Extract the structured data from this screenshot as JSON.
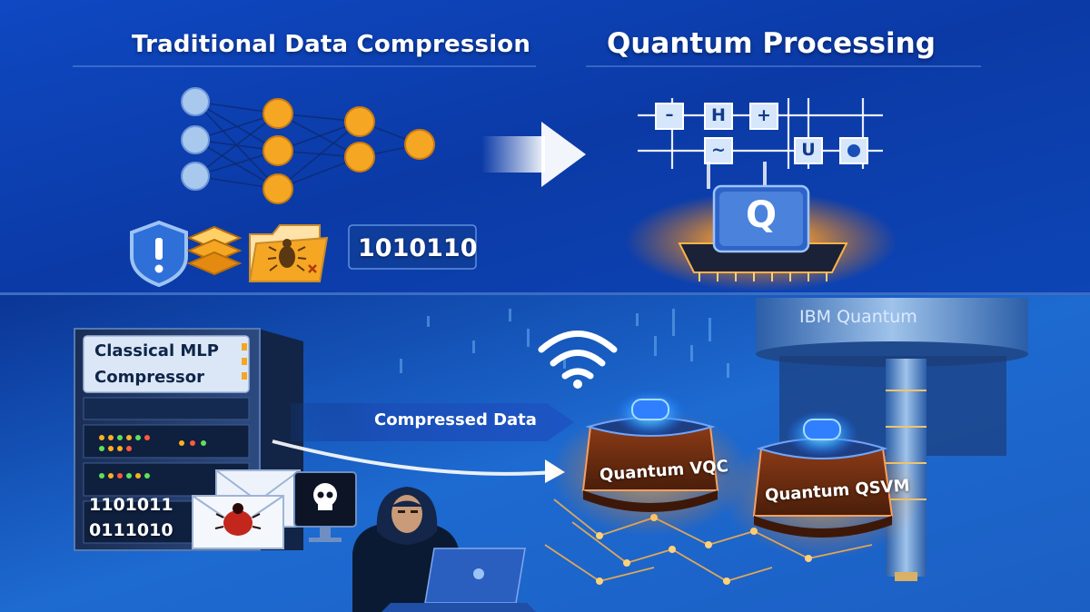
{
  "headings": {
    "left_title": "Traditional Data Compression",
    "right_title": "Quantum Processing"
  },
  "top_panel": {
    "binary_code": "1010110",
    "gates": {
      "minus": "–",
      "hadamard": "H",
      "plus": "+",
      "wave": "~",
      "unitary": "U"
    },
    "chip_letter": "Q"
  },
  "bottom_panel": {
    "server_label_line1": "Classical MLP",
    "server_label_line2": "Compressor",
    "arrow_label": "Compressed Data",
    "binary_line1": "1101011",
    "binary_line2": "0111010",
    "chip_vqc_label": "Quantum VQC",
    "chip_qsvm_label": "Quantum QSVM",
    "ibm_label": "IBM Quantum"
  },
  "colors": {
    "background_top": "#0d44b8",
    "background_bottom": "#1a63c9",
    "node_input": "#a9c8ee",
    "node_hidden": "#f5a623",
    "chip_orange": "#ff8c1a",
    "chip_brown": "#6b2f14"
  },
  "icons": [
    "shield-alert-icon",
    "layers-icon",
    "bug-folder-icon",
    "arrow-right-icon",
    "wifi-icon",
    "mail-bug-icon",
    "skull-icon",
    "hacker-icon",
    "laptop-icon",
    "server-icon"
  ]
}
